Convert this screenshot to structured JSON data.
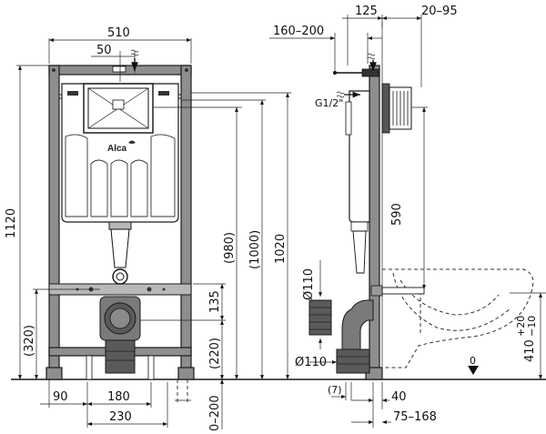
{
  "brand": {
    "logo_text": "Alca"
  },
  "front_view": {
    "dims": {
      "width_total": "510",
      "offset_top": "50",
      "height_total": "1120",
      "h_320": "(320)",
      "h_980": "(980)",
      "h_1000": "(1000)",
      "h_1020": "1020",
      "h_135": "135",
      "h_220": "(220)",
      "h_0_200": "0–200",
      "w_90": "90",
      "w_180": "180",
      "w_230": "230"
    }
  },
  "side_view": {
    "dims": {
      "d_125": "125",
      "d_20_95": "20–95",
      "d_160_200": "160–200",
      "thread": "G1/2\"",
      "h_590": "590",
      "dia_110_top": "Ø110",
      "dia_110_bottom": "Ø110",
      "h_410": "410",
      "tol_plus": "+20",
      "tol_minus": "−10",
      "zero": "0",
      "d_7": "(7)",
      "d_40": "40",
      "d_75_168": "75–168"
    }
  }
}
